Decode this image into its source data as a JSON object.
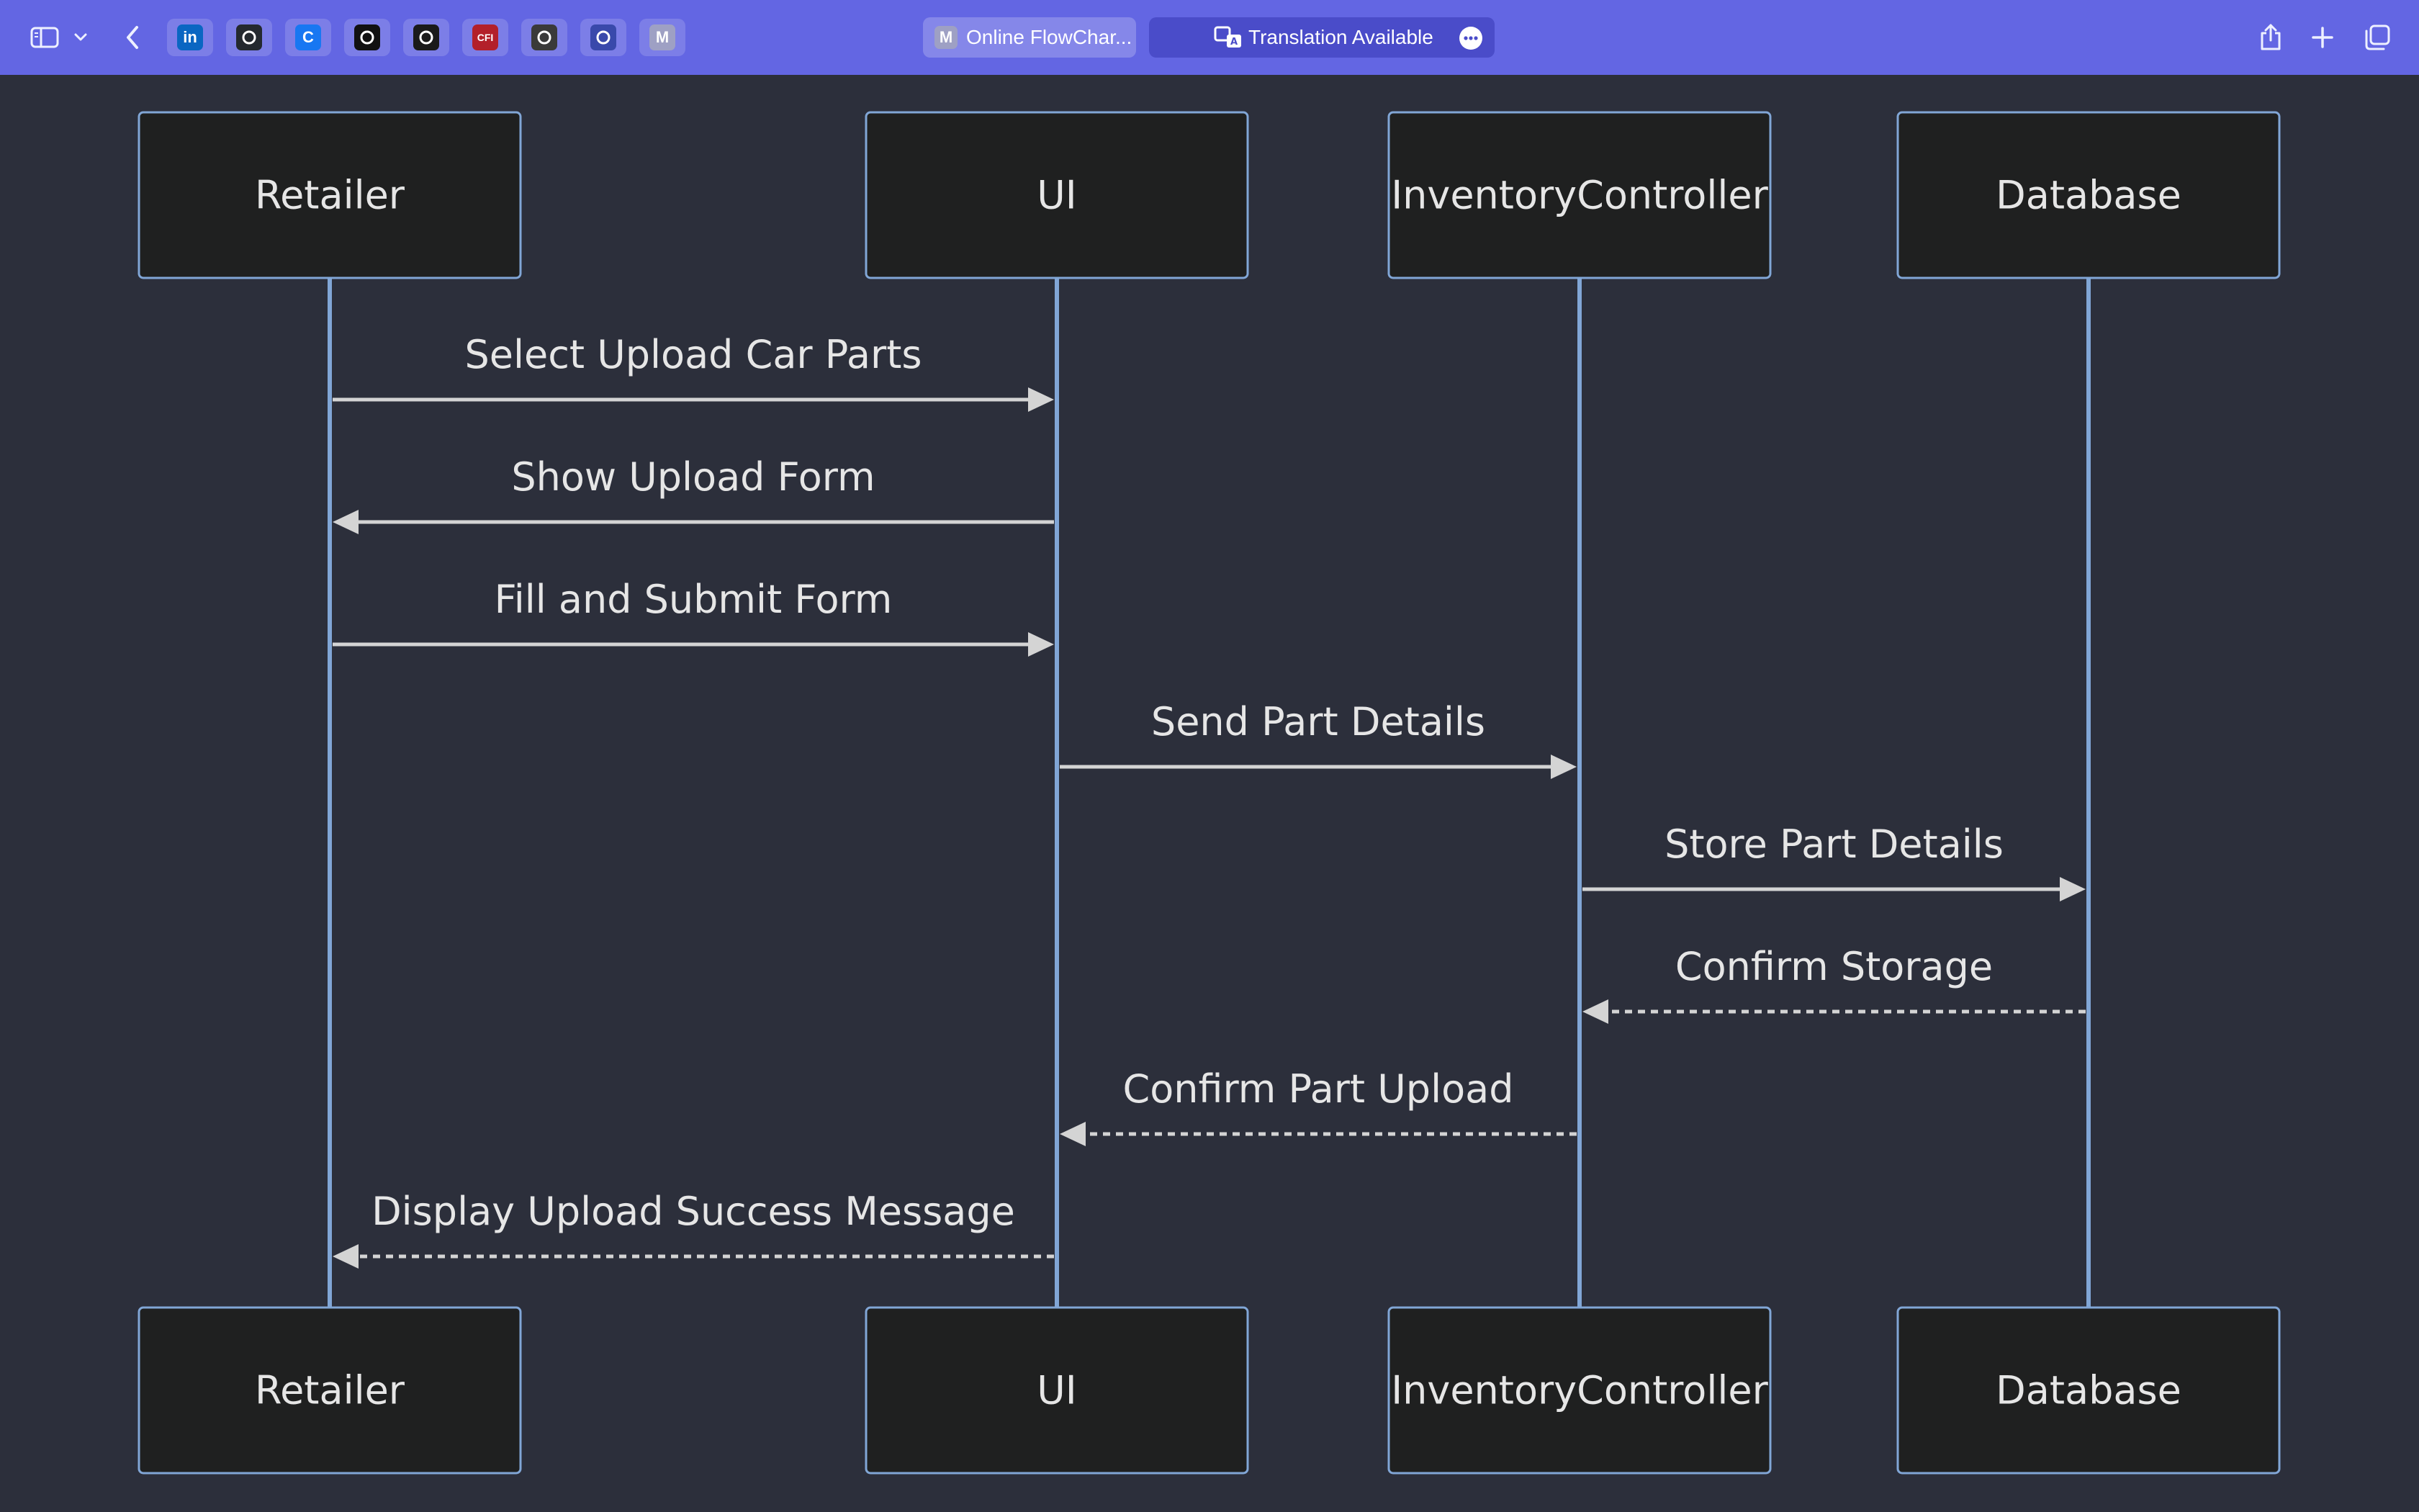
{
  "browser": {
    "toolbar_color": "#6366e3",
    "icons": [
      "sidebar-icon",
      "chevron-down-icon",
      "back-icon",
      "share-icon",
      "new-tab-icon",
      "tab-overview-icon"
    ],
    "favorites": [
      {
        "name": "linkedin",
        "glyph": "in",
        "color": "#0a66c2"
      },
      {
        "name": "github",
        "glyph": "",
        "color": "#24292f"
      },
      {
        "name": "c-site",
        "glyph": "C",
        "color": "#1877f2"
      },
      {
        "name": "mountain-site",
        "glyph": "",
        "color": "#111111"
      },
      {
        "name": "openai",
        "glyph": "",
        "color": "#1a1a1a"
      },
      {
        "name": "cfi",
        "glyph": "CFI",
        "color": "#b3202a"
      },
      {
        "name": "ring-site",
        "glyph": "",
        "color": "#3a3a3a"
      },
      {
        "name": "slash-site",
        "glyph": "",
        "color": "#3949ab"
      },
      {
        "name": "m-site",
        "glyph": "M",
        "color": "#9ea0c4"
      }
    ],
    "tabs": [
      {
        "favicon": "M",
        "title": "Online FlowChar..."
      },
      {
        "title": "Translation Available"
      }
    ]
  },
  "diagram": {
    "colors": {
      "background": "#2c2f3b",
      "actor_fill": "#1f2020",
      "actor_stroke": "#81a6d6",
      "lifeline": "#81a6d6",
      "message": "#d4d4d4",
      "text": "#e6e6e6"
    },
    "participants": [
      "Retailer",
      "UI",
      "InventoryController",
      "Database"
    ],
    "messages": [
      {
        "from": 0,
        "to": 1,
        "text": "Select Upload Car Parts",
        "style": "solid"
      },
      {
        "from": 1,
        "to": 0,
        "text": "Show Upload Form",
        "style": "solid"
      },
      {
        "from": 0,
        "to": 1,
        "text": "Fill and Submit Form",
        "style": "solid"
      },
      {
        "from": 1,
        "to": 2,
        "text": "Send Part Details",
        "style": "solid"
      },
      {
        "from": 2,
        "to": 3,
        "text": "Store Part Details",
        "style": "solid"
      },
      {
        "from": 3,
        "to": 2,
        "text": "Confirm Storage",
        "style": "dashed"
      },
      {
        "from": 2,
        "to": 1,
        "text": "Confirm Part Upload",
        "style": "dashed"
      },
      {
        "from": 1,
        "to": 0,
        "text": "Display Upload Success Message",
        "style": "dashed"
      }
    ]
  }
}
